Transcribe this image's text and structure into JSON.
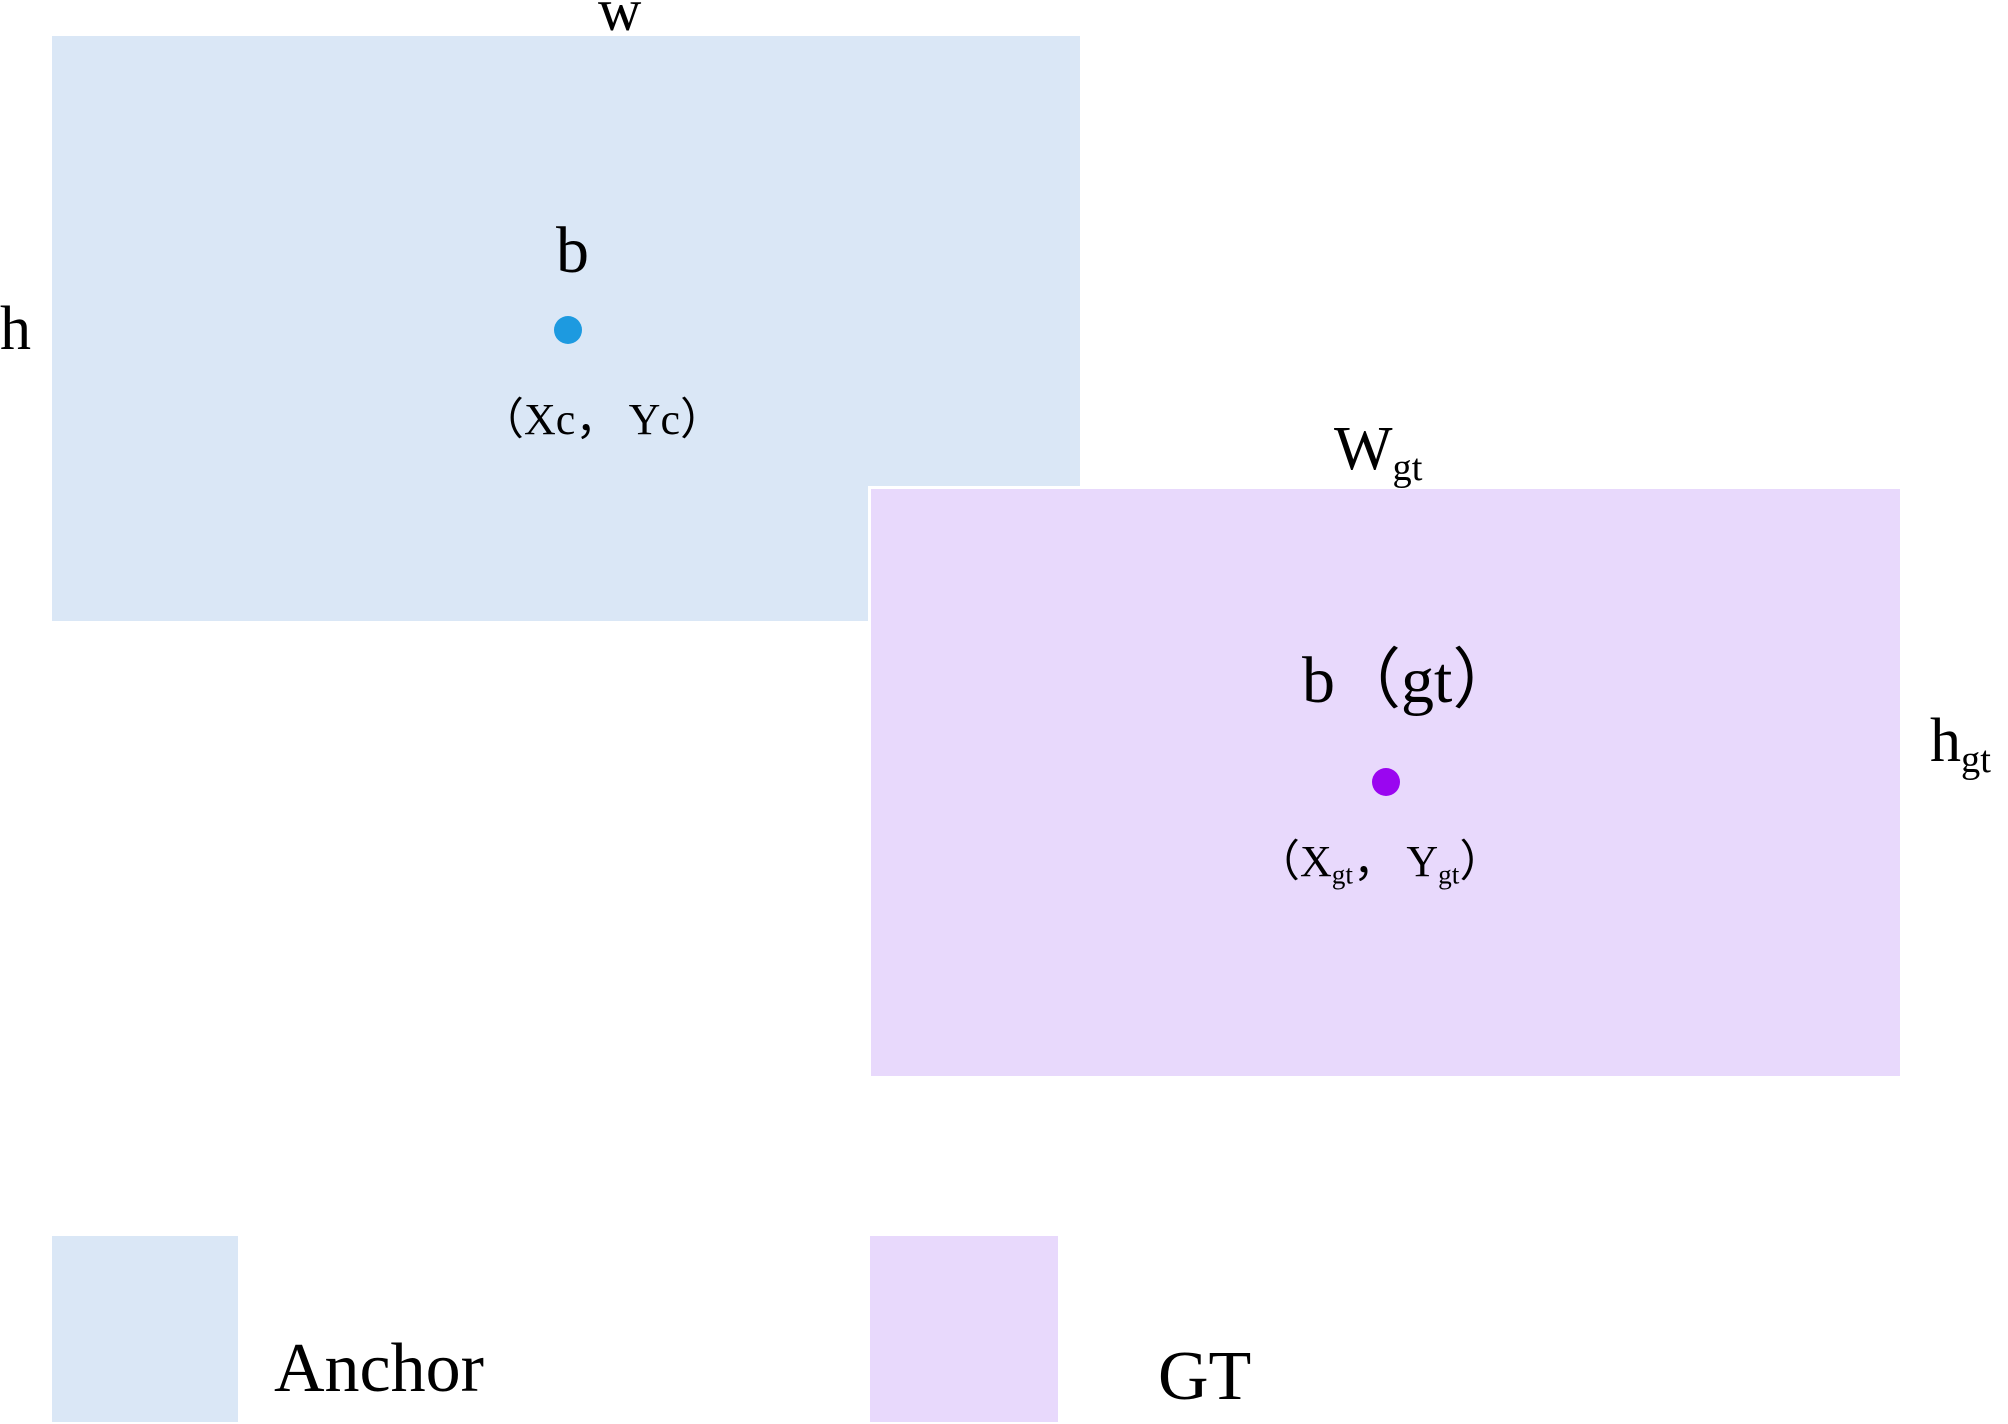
{
  "anchor": {
    "width_label": "w",
    "height_label": "h",
    "center_label": "b",
    "coord_label": "（Xc， Yc）",
    "color": "#dae7f6",
    "dot_color": "#1d9ae0"
  },
  "gt": {
    "width_label_main": "W",
    "width_label_sub": "gt",
    "height_label_main": "h",
    "height_label_sub": "gt",
    "center_label": "b（gt）",
    "coord_open": "（X",
    "coord_sub_x": "gt",
    "coord_mid": "， Y",
    "coord_sub_y": "gt",
    "coord_close": "）",
    "color": "#e8d9fc",
    "dot_color": "#9a06f0"
  },
  "legend": {
    "items": [
      {
        "label": "Anchor",
        "color": "#dae7f6"
      },
      {
        "label": "GT",
        "color": "#e8d9fc"
      }
    ]
  }
}
